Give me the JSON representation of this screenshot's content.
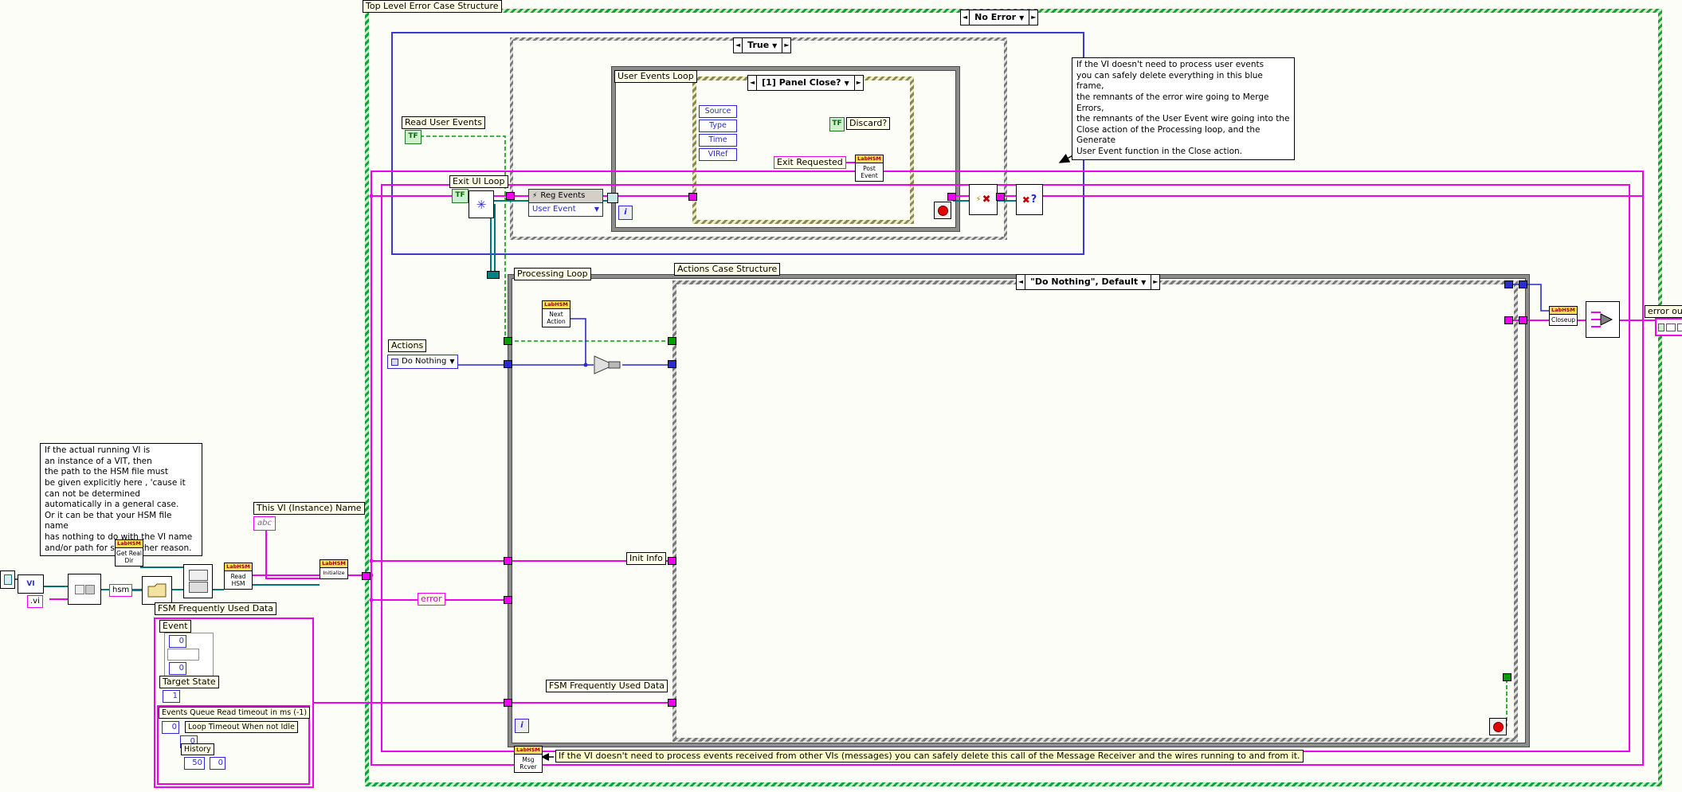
{
  "glyphs": {
    "left_arrow": "◄",
    "right_arrow": "►",
    "down_arrow": "▼",
    "tf": "TF",
    "iteration": "i",
    "asterisk": "✳",
    "cross": "✖",
    "question": "?",
    "lightning": "⚡",
    "abc": "abc"
  },
  "top_case": {
    "label": "Top Level Error Case Structure",
    "selector": "No Error"
  },
  "true_case": {
    "selector": "True"
  },
  "user_events_loop": {
    "label": "User Events Loop"
  },
  "event_structure": {
    "selector": "[1] Panel Close?",
    "fields": [
      "Source",
      "Type",
      "Time",
      "VIRef"
    ],
    "discard_label": "Discard?"
  },
  "ui_labels": {
    "read_user_events": "Read User Events",
    "exit_ui_loop": "Exit UI Loop",
    "exit_requested": "Exit Requested"
  },
  "reg_events": {
    "title": "Reg Events",
    "item": "User Event"
  },
  "processing_loop": {
    "label": "Processing Loop"
  },
  "actions_case": {
    "label": "Actions Case Structure",
    "selector": "\"Do Nothing\", Default"
  },
  "actions": {
    "label": "Actions",
    "enum_value": "Do Nothing"
  },
  "init_info_label": "Init Info",
  "fsm_inner_label": "FSM Frequently Used Data",
  "error_out": {
    "label": "error out"
  },
  "error_wire_label": "error",
  "this_vi": {
    "label": "This VI (Instance) Name"
  },
  "constants": {
    "vi": ".vi",
    "hsm": "hsm"
  },
  "icons": {
    "post_event": {
      "header": "LabHSM",
      "line1": "Post",
      "line2": "Event"
    },
    "next_action": {
      "header": "LabHSM",
      "line1": "Next",
      "line2": "Action"
    },
    "closeup": {
      "header": "LabHSM",
      "line1": "Closeup"
    },
    "get_real_dir": {
      "header": "LabHSM",
      "line1": "Get",
      "line2": "Real",
      "line3": "Dir"
    },
    "read_hsm": {
      "header": "LabHSM",
      "line1": "Read",
      "line2": "HSM"
    },
    "initialize": {
      "header": "LabHSM",
      "line1": "Initialize"
    },
    "msg_rcver": {
      "header": "LabHSM",
      "line1": "Msg",
      "line2": "Rcver"
    }
  },
  "fsm_cluster": {
    "label": "FSM Frequently Used Data",
    "event_label": "Event",
    "event_values": [
      "0",
      "0"
    ],
    "target_state_label": "Target State",
    "target_state_value": "1",
    "queue_timeout_label": "Events Queue Read timeout in ms (-1)",
    "queue_timeout_value": "0",
    "loop_timeout_label": "Loop Timeout When not Idle",
    "loop_timeout_value": "0",
    "history_label": "History",
    "history_values": [
      "50",
      "0"
    ]
  },
  "comments": {
    "user_events": "If the VI doesn't need to process user events\nyou can safely delete everything in this blue frame,\nthe remnants of the error wire going to Merge Errors,\nthe remnants of the User Event wire going into the\nClose action of the Processing loop, and the Generate\nUser Event function in the Close action.",
    "vit_path": "If the actual running VI is\nan instance of a VIT, then\nthe path to the HSM file must\nbe given explicitly here , 'cause it\ncan not be determined\nautomatically in a general case.\nOr it can be that your HSM file name\nhas nothing to do with the VI name\nand/or path for some other reason.",
    "message_receiver": "If the VI doesn't need to process events received from other VIs (messages) you can safely delete this call of the Message Receiver and the wires running to and from it."
  }
}
